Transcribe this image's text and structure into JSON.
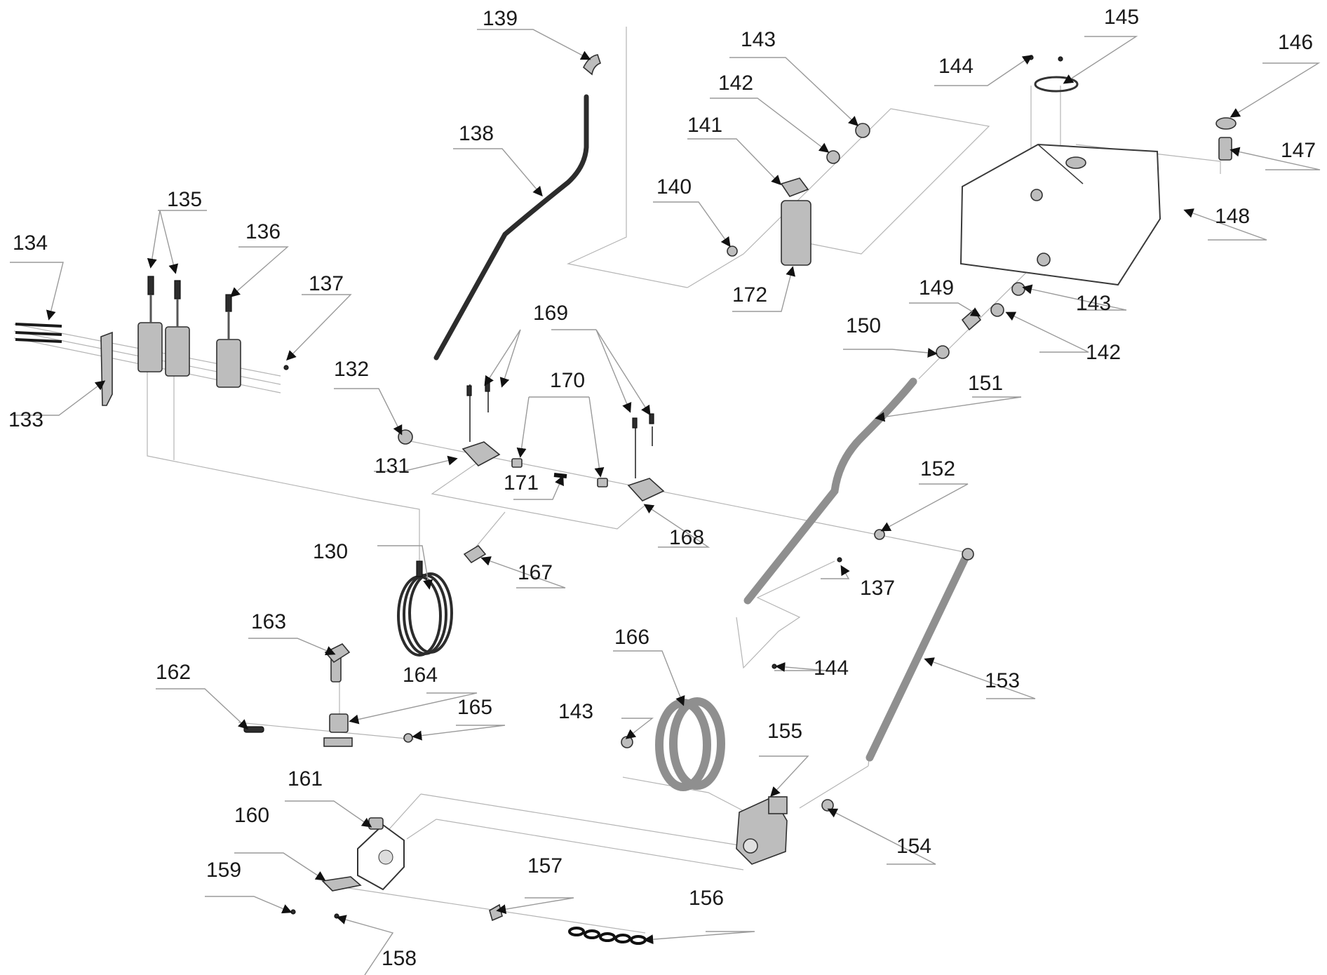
{
  "diagram": {
    "type": "exploded-parts-view",
    "callouts": [
      {
        "id": "c130",
        "label": "130"
      },
      {
        "id": "c131",
        "label": "131"
      },
      {
        "id": "c132",
        "label": "132"
      },
      {
        "id": "c133",
        "label": "133"
      },
      {
        "id": "c134",
        "label": "134"
      },
      {
        "id": "c135",
        "label": "135"
      },
      {
        "id": "c136",
        "label": "136"
      },
      {
        "id": "c137a",
        "label": "137"
      },
      {
        "id": "c137b",
        "label": "137"
      },
      {
        "id": "c138",
        "label": "138"
      },
      {
        "id": "c139",
        "label": "139"
      },
      {
        "id": "c140",
        "label": "140"
      },
      {
        "id": "c141",
        "label": "141"
      },
      {
        "id": "c142a",
        "label": "142"
      },
      {
        "id": "c142b",
        "label": "142"
      },
      {
        "id": "c143a",
        "label": "143"
      },
      {
        "id": "c143b",
        "label": "143"
      },
      {
        "id": "c143c",
        "label": "143"
      },
      {
        "id": "c144a",
        "label": "144"
      },
      {
        "id": "c144b",
        "label": "144"
      },
      {
        "id": "c145",
        "label": "145"
      },
      {
        "id": "c146",
        "label": "146"
      },
      {
        "id": "c147",
        "label": "147"
      },
      {
        "id": "c148",
        "label": "148"
      },
      {
        "id": "c149",
        "label": "149"
      },
      {
        "id": "c150",
        "label": "150"
      },
      {
        "id": "c151",
        "label": "151"
      },
      {
        "id": "c152",
        "label": "152"
      },
      {
        "id": "c153",
        "label": "153"
      },
      {
        "id": "c154",
        "label": "154"
      },
      {
        "id": "c155",
        "label": "155"
      },
      {
        "id": "c156",
        "label": "156"
      },
      {
        "id": "c157",
        "label": "157"
      },
      {
        "id": "c158",
        "label": "158"
      },
      {
        "id": "c159",
        "label": "159"
      },
      {
        "id": "c160",
        "label": "160"
      },
      {
        "id": "c161",
        "label": "161"
      },
      {
        "id": "c162",
        "label": "162"
      },
      {
        "id": "c163",
        "label": "163"
      },
      {
        "id": "c164",
        "label": "164"
      },
      {
        "id": "c165",
        "label": "165"
      },
      {
        "id": "c166",
        "label": "166"
      },
      {
        "id": "c167",
        "label": "167"
      },
      {
        "id": "c168",
        "label": "168"
      },
      {
        "id": "c169",
        "label": "169"
      },
      {
        "id": "c170",
        "label": "170"
      },
      {
        "id": "c171",
        "label": "171"
      },
      {
        "id": "c172",
        "label": "172"
      }
    ]
  }
}
